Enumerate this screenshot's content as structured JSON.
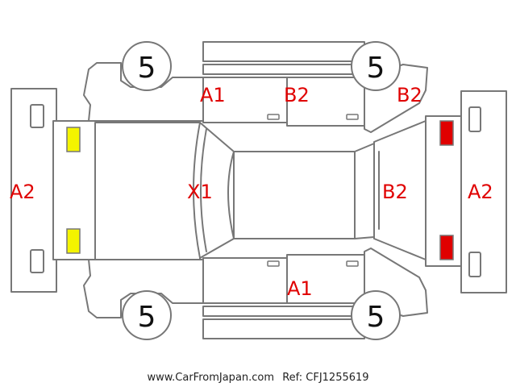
{
  "colors": {
    "front_lamp": "#f4f400",
    "rear_lamp": "#e00000",
    "damage_text": "#e00000",
    "outline": "#777777"
  },
  "tires": {
    "front_left": "5",
    "rear_left": "5",
    "front_right": "5",
    "rear_right": "5"
  },
  "labels": {
    "front_bumper": "A2",
    "rear_bumper": "A2",
    "hood": "X1",
    "left_front_door": "A1",
    "left_rear_door": "B2",
    "left_rear_quarter": "B2",
    "trunk_lid": "B2",
    "right_rear_door": "A1"
  },
  "footer": {
    "site": "www.CarFromJapan.com",
    "ref": "Ref: CFJ1255619"
  }
}
